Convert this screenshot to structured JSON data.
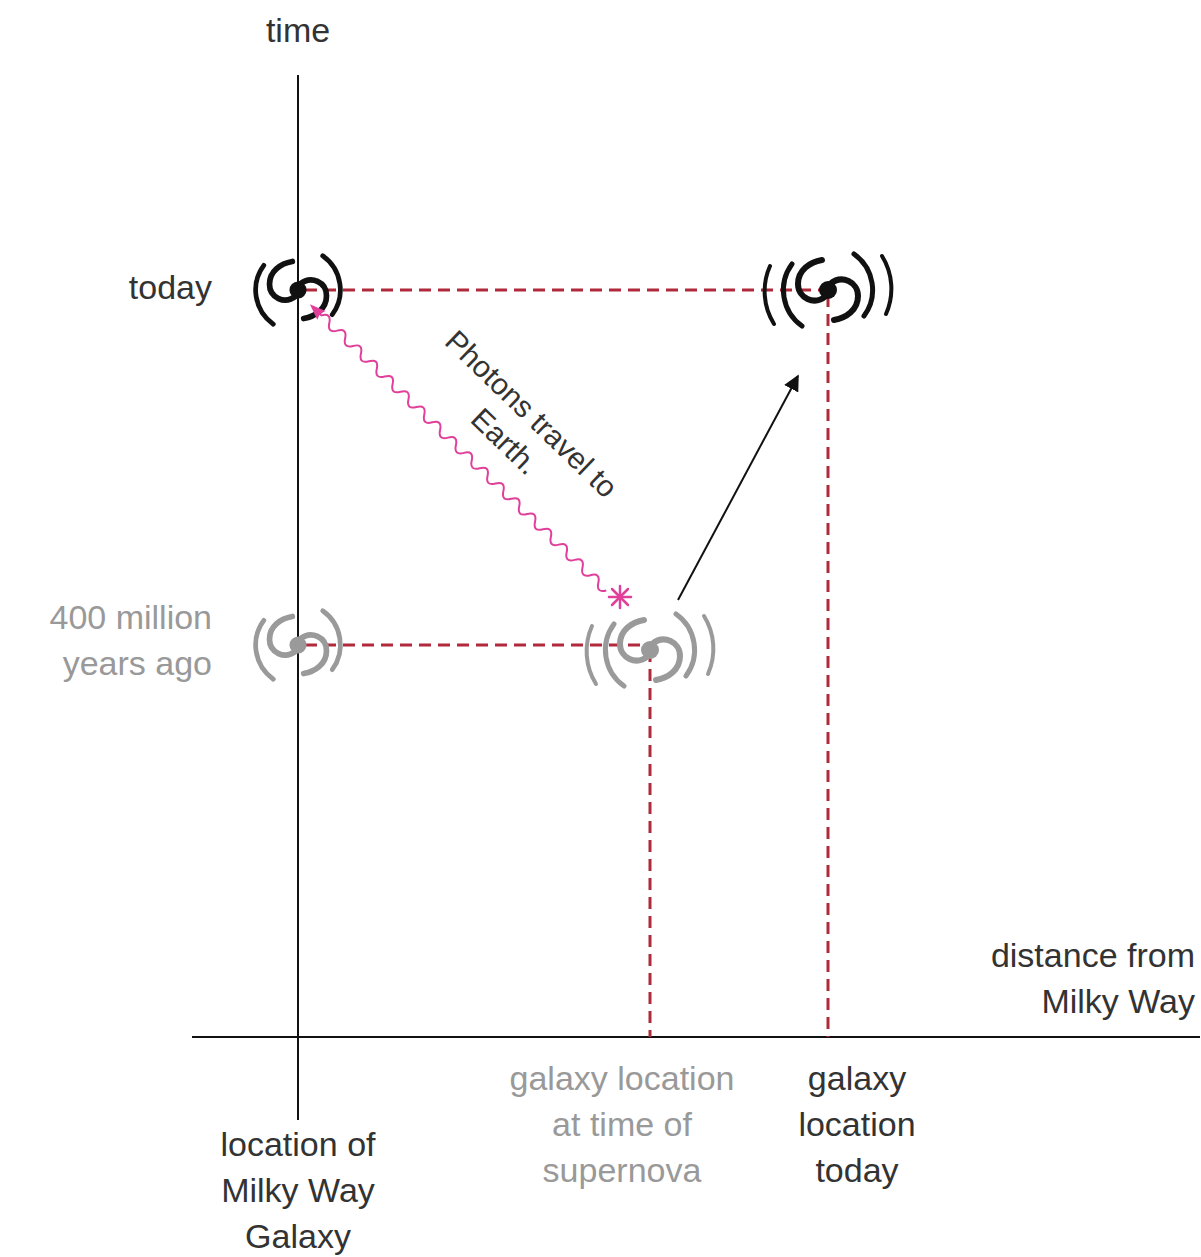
{
  "diagram": {
    "labels": [
      "time",
      "today",
      "Photons travel to Earth.",
      "400 million years ago",
      "distance from Milky Way",
      "location of Milky Way Galaxy",
      "galaxy location at time of supernova",
      "galaxy location today"
    ]
  }
}
